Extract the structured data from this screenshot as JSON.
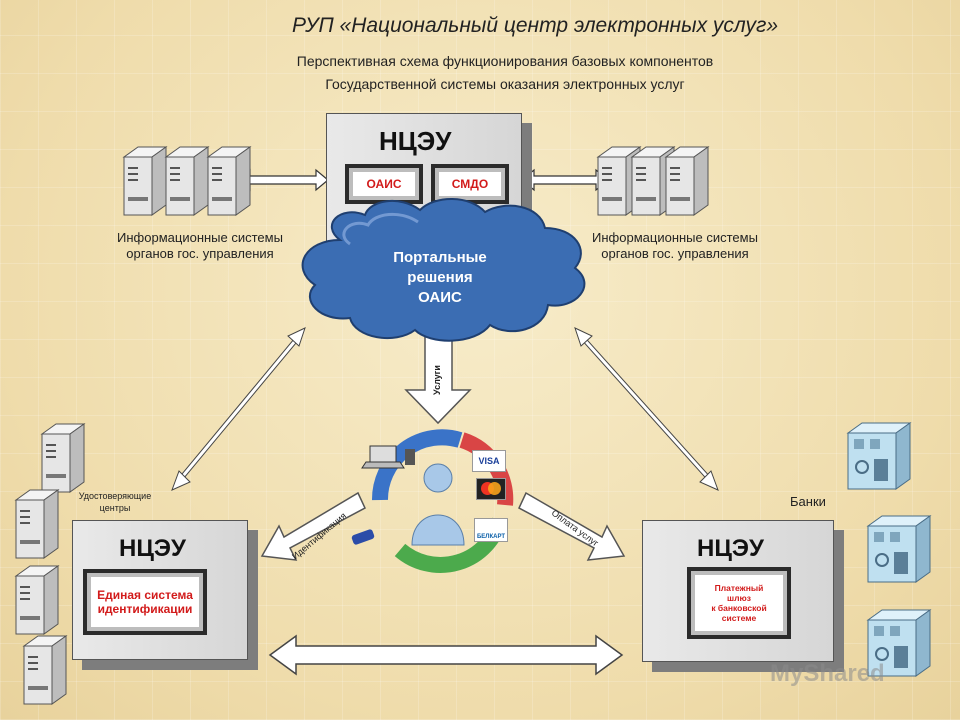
{
  "header": {
    "title": "РУП «Национальный центр электронных услуг»",
    "subtitle_line1": "Перспективная схема функционирования базовых компонентов",
    "subtitle_line2": "Государственной системы оказания электронных услуг"
  },
  "top_box": {
    "title": "НЦЭУ",
    "module1": "ОАИС",
    "module2": "СМДО"
  },
  "cloud": {
    "line1": "Портальные",
    "line2": "решения",
    "line3": "ОАИС"
  },
  "left_systems": {
    "line1": "Информационные системы",
    "line2": "органов гос. управления"
  },
  "right_systems": {
    "line1": "Информационные системы",
    "line2": "органов гос. управления"
  },
  "services_arrow": "Услуги",
  "cert_centers": {
    "line1": "Удостоверяющие",
    "line2": "центры"
  },
  "banks_label": "Банки",
  "left_box": {
    "title": "НЦЭУ",
    "module_line1": "Единая система",
    "module_line2": "идентификации"
  },
  "right_box": {
    "title": "НЦЭУ",
    "module_line1": "Платежный",
    "module_line2": "шлюз",
    "module_line3": "к банковской",
    "module_line4": "системе"
  },
  "ident_arrow": "Идентификация",
  "payment_arrow": "Оплата услуг",
  "cards": {
    "visa": "VISA",
    "belkart": "БЕЛКАРТ"
  },
  "watermark": "MyShared",
  "colors": {
    "red_text": "#d21b1b",
    "cloud_blue": "#3f6fb5",
    "arrow_fill": "#ffffff"
  }
}
